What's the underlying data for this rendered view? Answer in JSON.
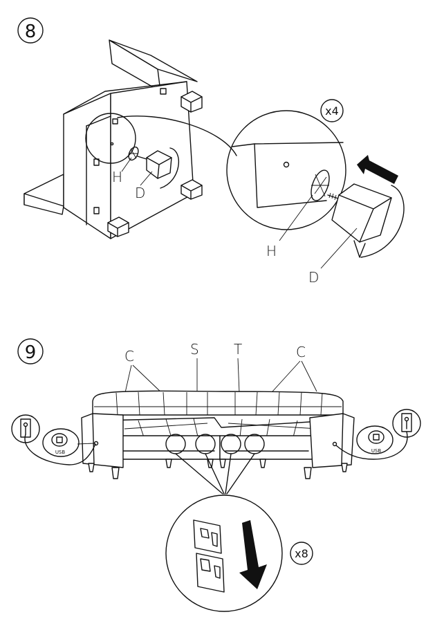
{
  "steps": [
    {
      "number": "8",
      "multiplier": "x4",
      "labels": {
        "bracket": "H",
        "leg": "D"
      },
      "zoom_labels": {
        "bracket": "H",
        "leg": "D"
      }
    },
    {
      "number": "9",
      "labels": {
        "corner_left": "C",
        "seat": "S",
        "wedge": "T",
        "corner_right": "C"
      },
      "outlet_label_left": "USB",
      "outlet_label_right": "USB",
      "multiplier": "x8"
    }
  ],
  "colors": {
    "line": "#111111",
    "background": "#ffffff",
    "arrow": "#111111"
  },
  "icons": [
    "power-plug-icon",
    "usb-port-icon",
    "push-arrow-icon",
    "down-arrow-icon",
    "rotate-arrow-icon"
  ]
}
